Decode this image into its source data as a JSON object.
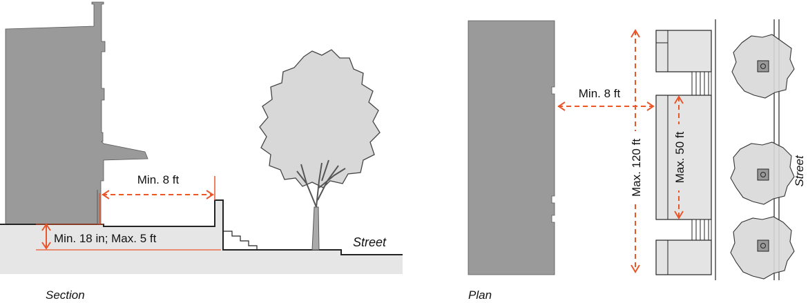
{
  "section": {
    "caption": "Section",
    "setback_label": "Min. 8 ft",
    "elevation_label": "Min. 18 in; Max. 5 ft",
    "street_label": "Street"
  },
  "plan": {
    "caption": "Plan",
    "setback_label": "Min. 8 ft",
    "max_length_label": "Max. 120 ft",
    "max_segment_label": "Max. 50 ft",
    "street_label": "Street"
  },
  "colors": {
    "building": "#9a9a9a",
    "ground": "#e6e6e6",
    "tree": "#d6d6d6",
    "dimension": "#e8562a",
    "outline": "#222222"
  }
}
